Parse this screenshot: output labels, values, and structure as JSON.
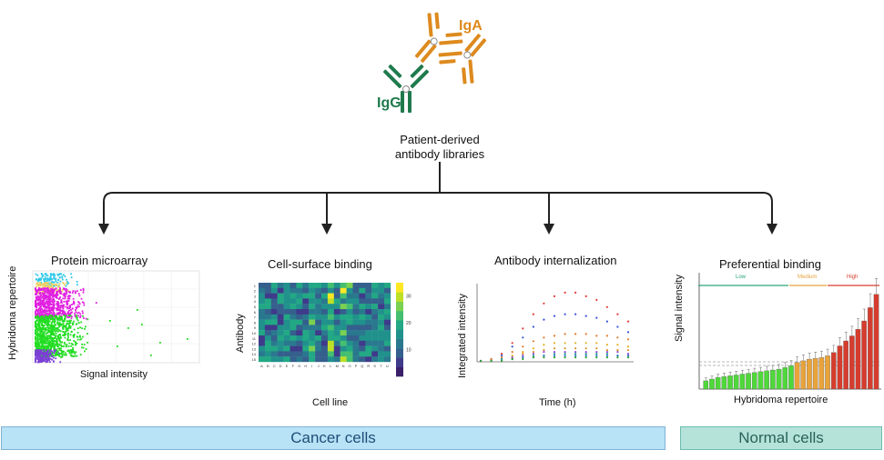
{
  "antibodies": {
    "iga": "IgA",
    "igg": "IgG"
  },
  "source_label": [
    "Patient-derived",
    "antibody libraries"
  ],
  "panels": {
    "microarray": {
      "title": "Protein microarray",
      "xlabel": "Signal intensity",
      "ylabel": "Hybridoma repertoire"
    },
    "binding": {
      "title": "Cell-surface binding",
      "xlabel": "Cell line",
      "ylabel": "Antibody",
      "rows": [
        "1",
        "2",
        "3",
        "4",
        "5",
        "6",
        "7",
        "8",
        "9",
        "10",
        "11",
        "12",
        "13",
        "14",
        "15"
      ],
      "cols": [
        "A",
        "B",
        "C",
        "D",
        "E",
        "F",
        "G",
        "H",
        "I",
        "J",
        "K",
        "L",
        "M",
        "N",
        "O",
        "P",
        "Q",
        "R",
        "S",
        "T",
        "U"
      ],
      "colorbar_ticks": [
        "30",
        "20",
        "10"
      ]
    },
    "internalization": {
      "title": "Antibody internalization",
      "xlabel": "Time (h)",
      "ylabel": "Integrated intensity"
    },
    "preferential": {
      "title": "Preferential binding",
      "xlabel": "Hybridoma repertoire",
      "ylabel": "Signal intensity",
      "groups": {
        "low": "Low",
        "medium": "Medium",
        "high": "High"
      }
    }
  },
  "bands": {
    "cancer": "Cancer cells",
    "normal": "Normal cells"
  },
  "colors": {
    "iga": "#dd8a1e",
    "igg": "#1f7a4d",
    "cancer_band": "#b8e2f6",
    "cancer_border": "#7fb3d3",
    "normal_band": "#b5e3da",
    "normal_border": "#6cbcae",
    "low": "#2aa67a",
    "medium": "#e8a33a",
    "high": "#d63c2e"
  },
  "chart_data": [
    {
      "type": "scatter",
      "title": "Protein microarray",
      "xlabel": "Signal intensity",
      "ylabel": "Hybridoma repertoire",
      "series": [
        {
          "color": "#22dd22"
        },
        {
          "color": "#e01ee0"
        },
        {
          "color": "#7c3fd6"
        },
        {
          "color": "#30c8e8"
        },
        {
          "color": "#f0d060"
        }
      ]
    },
    {
      "type": "heatmap",
      "title": "Cell-surface binding",
      "xlabel": "Cell line",
      "ylabel": "Antibody",
      "rows": [
        "1",
        "2",
        "3",
        "4",
        "5",
        "6",
        "7",
        "8",
        "9",
        "10",
        "11",
        "12",
        "13",
        "14",
        "15"
      ],
      "cols": [
        "A",
        "B",
        "C",
        "D",
        "E",
        "F",
        "G",
        "H",
        "I",
        "J",
        "K",
        "L",
        "M",
        "N",
        "O",
        "P",
        "Q",
        "R",
        "S",
        "T",
        "U"
      ],
      "colorbar": [
        0,
        35
      ]
    },
    {
      "type": "line",
      "title": "Antibody internalization",
      "xlabel": "Time (h)",
      "ylabel": "Integrated intensity",
      "series": [
        {
          "color": "#e23a3a",
          "values": [
            0,
            1,
            4,
            10,
            18,
            26,
            32,
            36,
            38,
            38,
            36,
            34,
            30,
            26,
            22
          ]
        },
        {
          "color": "#3a52d8",
          "values": [
            0,
            1,
            3,
            8,
            13,
            19,
            23,
            25,
            26,
            26,
            25,
            24,
            22,
            19,
            16
          ]
        },
        {
          "color": "#e07a2a",
          "values": [
            0,
            1,
            2,
            5,
            8,
            11,
            13,
            14,
            15,
            15,
            15,
            14,
            14,
            13,
            12
          ]
        },
        {
          "color": "#e0b020",
          "values": [
            0,
            0,
            1,
            3,
            5,
            7,
            9,
            10,
            10,
            10,
            10,
            10,
            9,
            9,
            8
          ]
        },
        {
          "color": "#d8902a",
          "values": [
            0,
            0,
            1,
            2,
            4,
            5,
            6,
            7,
            7,
            7,
            7,
            7,
            6,
            6,
            6
          ]
        },
        {
          "color": "#9a4fd0",
          "values": [
            0,
            0,
            1,
            2,
            3,
            4,
            5,
            5,
            5,
            5,
            5,
            5,
            5,
            5,
            4
          ]
        },
        {
          "color": "#2a9e9e",
          "values": [
            0,
            0,
            1,
            1,
            2,
            3,
            3,
            4,
            4,
            4,
            4,
            4,
            4,
            3,
            3
          ]
        },
        {
          "color": "#3a7ad8",
          "values": [
            0,
            0,
            0,
            1,
            2,
            2,
            3,
            3,
            3,
            3,
            3,
            3,
            3,
            3,
            3
          ]
        },
        {
          "color": "#30a030",
          "values": [
            0,
            0,
            0,
            1,
            1,
            2,
            2,
            2,
            2,
            2,
            2,
            2,
            2,
            2,
            2
          ]
        }
      ]
    },
    {
      "type": "bar",
      "title": "Preferential binding",
      "xlabel": "Hybridoma repertoire",
      "ylabel": "Signal intensity",
      "groups": [
        {
          "name": "Low",
          "count": 15
        },
        {
          "name": "Medium",
          "count": 6
        },
        {
          "name": "High",
          "count": 8
        }
      ],
      "values": [
        0.5,
        0.6,
        0.7,
        0.75,
        0.8,
        0.85,
        0.9,
        0.95,
        1.0,
        1.05,
        1.1,
        1.15,
        1.2,
        1.3,
        1.4,
        1.6,
        1.7,
        1.8,
        1.85,
        1.9,
        2.0,
        2.2,
        2.6,
        2.9,
        3.2,
        3.6,
        4.1,
        4.9,
        5.7
      ],
      "ylim": [
        0,
        7
      ]
    }
  ]
}
